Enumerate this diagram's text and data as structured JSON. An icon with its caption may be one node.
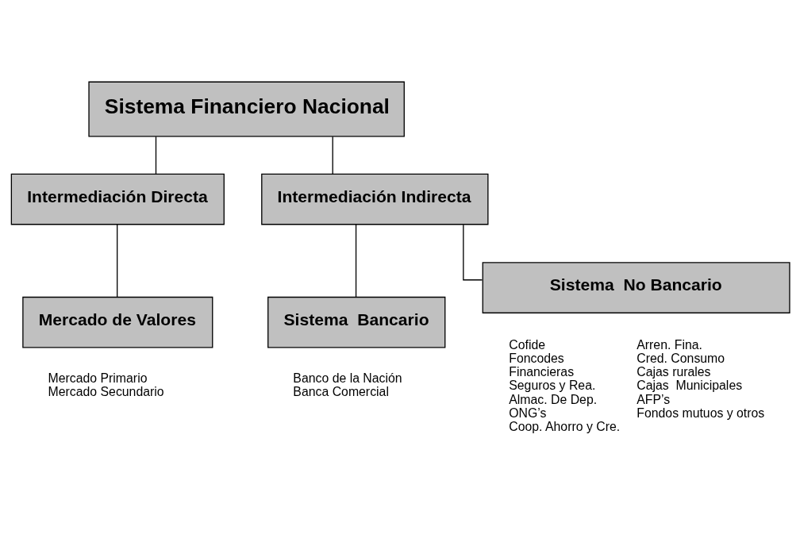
{
  "diagram": {
    "nodes": [
      {
        "text": [
          "Sistema Financiero Nacional"
        ]
      },
      {
        "text": [
          "Intermediación Directa"
        ]
      },
      {
        "text": [
          "Intermediación Indirecta"
        ]
      },
      {
        "text": [
          "Mercado de Valores"
        ],
        "beside": [
          "Mercado Primario",
          "Mercado Secundario"
        ]
      },
      {
        "text": [
          "Sistema  Bancario"
        ],
        "beside": [
          "Banco de la Nación",
          "Banca Comercial"
        ]
      },
      {
        "text": [
          "Sistema  No Bancario"
        ],
        "beside": [
          "Cofide",
          "Foncodes",
          "Financieras",
          "Seguros y Rea.",
          "Almac. De Dep.",
          "ONG’s",
          "Coop. Ahorro y Cre.",
          "Arren. Fina.",
          "Cred. Consumo",
          "Cajas rurales",
          "Cajas  Municipales",
          "AFP’s",
          "Fondos mutuos y otros"
        ]
      }
    ],
    "edges": [
      {
        "from": 0,
        "to": 1,
        "arrow": "none"
      },
      {
        "from": 0,
        "to": 2,
        "arrow": "none"
      },
      {
        "from": 1,
        "to": 3,
        "arrow": "none"
      },
      {
        "from": 2,
        "to": 4,
        "arrow": "none"
      },
      {
        "from": 2,
        "to": 5,
        "arrow": "none"
      }
    ]
  }
}
